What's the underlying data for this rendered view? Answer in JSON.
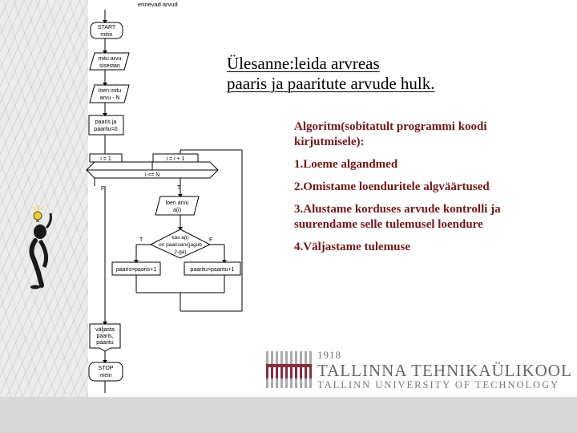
{
  "flowchart": {
    "header": "erinevad arvud",
    "start": [
      "START",
      "mein"
    ],
    "input_count": [
      "mitu arvu",
      "sisestan"
    ],
    "read_n": [
      "loen mitu",
      "arvu - N"
    ],
    "init": [
      "paaris ja",
      "paaritu=0"
    ],
    "loop_init": "i = 1",
    "loop_step": "i = i + 1",
    "loop_cond": "i <= N",
    "read_value": [
      "loen arvu",
      "a(i)"
    ],
    "decision": [
      "kas a(i)",
      "on paarisarv(jagub",
      "2-ga)"
    ],
    "even_update": "paaris=paaris+1",
    "odd_update": "paaritu=paaritu+1",
    "output": [
      "väljasta",
      "paaris,",
      "paaritu"
    ],
    "stop": [
      "STOP",
      "mein"
    ],
    "true_label": "T",
    "false_label": "F"
  },
  "title": {
    "line1": "Ülesanne:leida arvreas",
    "line2": "paaris ja paaritute arvude hulk."
  },
  "algorithm": {
    "intro": "Algoritm(sobitatult programmi koodi kirjutmisele):",
    "step1": "1.Loeme algandmed",
    "step2": "2.Omistame loenduritele algväärtused",
    "step3": "3.Alustame korduses arvude kontrolli ja suurendame selle tulemusel loendure",
    "step4": "4.Väljastame tulemuse"
  },
  "logo": {
    "year": "1918",
    "name": "TALLINNA TEHNIKAÜLIKOOL",
    "subtitle": "TALLINN UNIVERSITY OF TECHNOLOGY",
    "bar_color": "#8b2a3a"
  }
}
